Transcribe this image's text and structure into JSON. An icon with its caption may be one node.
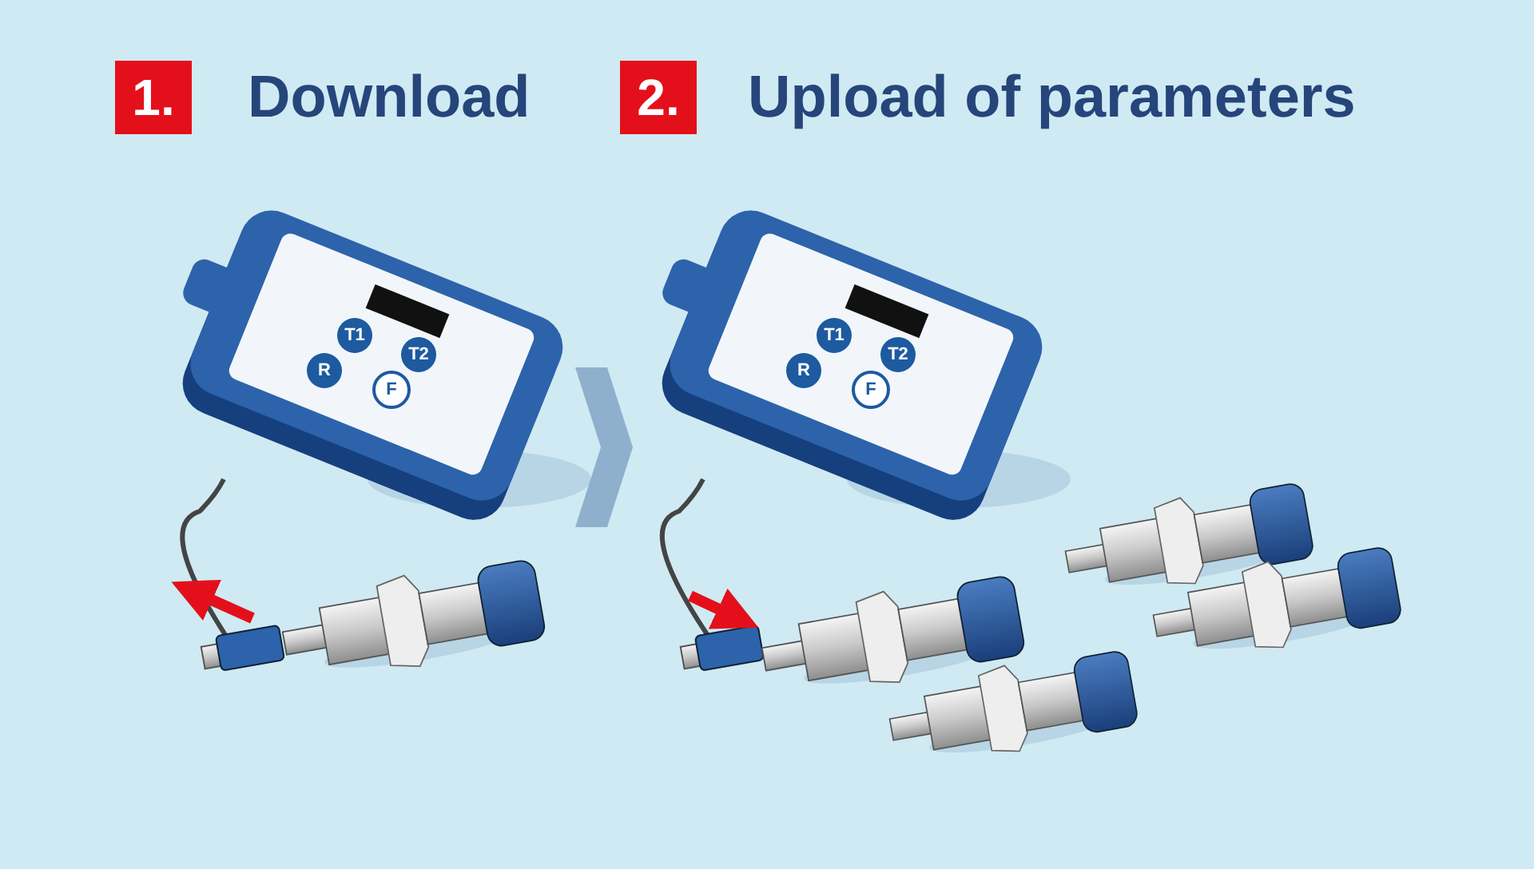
{
  "diagram": {
    "labels": [
      "1.",
      "Download",
      "2.",
      "Upload of parameters",
      "T1",
      "T2",
      "R",
      "F",
      "T1",
      "T2",
      "R",
      "F"
    ]
  }
}
